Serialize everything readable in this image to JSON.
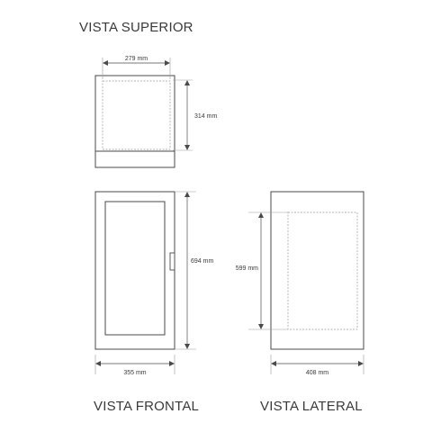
{
  "titles": {
    "top": "VISTA SUPERIOR",
    "front": "VISTA FRONTAL",
    "side": "VISTA LATERAL"
  },
  "dimensions": {
    "top_width": "279 mm",
    "top_depth": "314 mm",
    "front_height": "694 mm",
    "front_width": "355 mm",
    "side_inner_height": "599 mm",
    "side_depth": "408 mm"
  },
  "colors": {
    "line": "#4a4a4a",
    "dashed": "#9a9a9a",
    "text": "#3a3a3a"
  }
}
